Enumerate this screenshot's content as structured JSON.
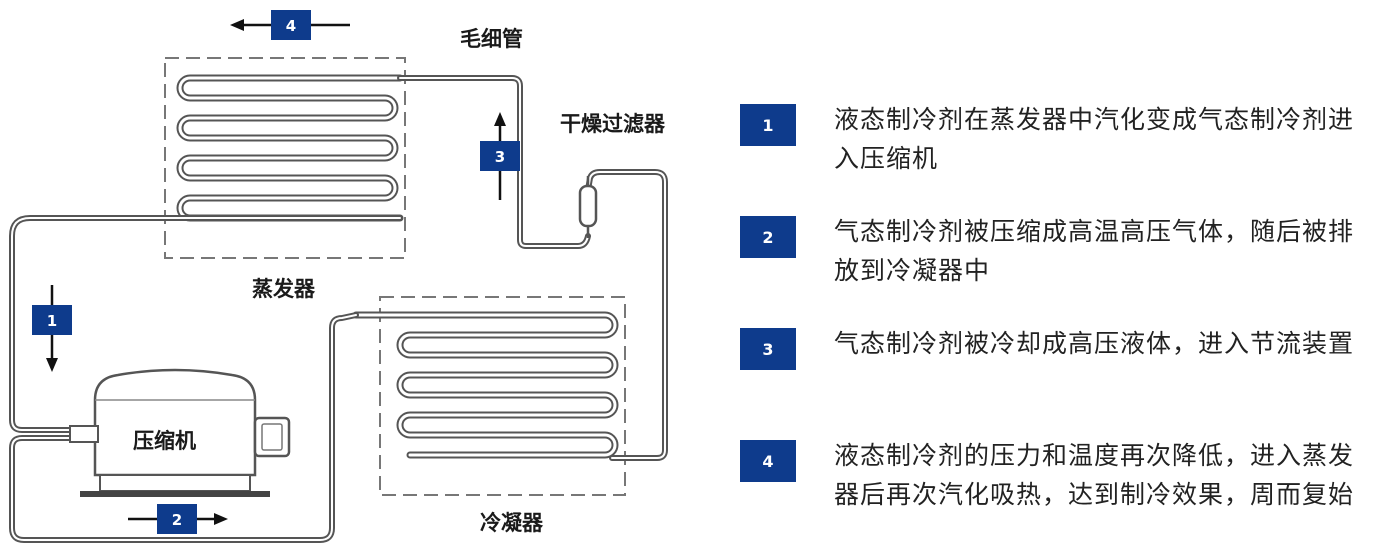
{
  "labels": {
    "capillary": "毛细管",
    "dryer_filter": "干燥过滤器",
    "evaporator": "蒸发器",
    "compressor": "压缩机",
    "condenser": "冷凝器"
  },
  "badges": [
    "1",
    "2",
    "3",
    "4"
  ],
  "steps": [
    {
      "num": "1",
      "text": "液态制冷剂在蒸发器中汽化变成气态制冷剂进入压缩机"
    },
    {
      "num": "2",
      "text": "气态制冷剂被压缩成高温高压气体，随后被排放到冷凝器中"
    },
    {
      "num": "3",
      "text": "气态制冷剂被冷却成高压液体，进入节流装置"
    },
    {
      "num": "4",
      "text": "液态制冷剂的压力和温度再次降低，进入蒸发器后再次汽化吸热，达到制冷效果，周而复始"
    }
  ],
  "colors": {
    "badge": "#0e3b8c",
    "pipe": "#555555",
    "box": "#777777"
  }
}
